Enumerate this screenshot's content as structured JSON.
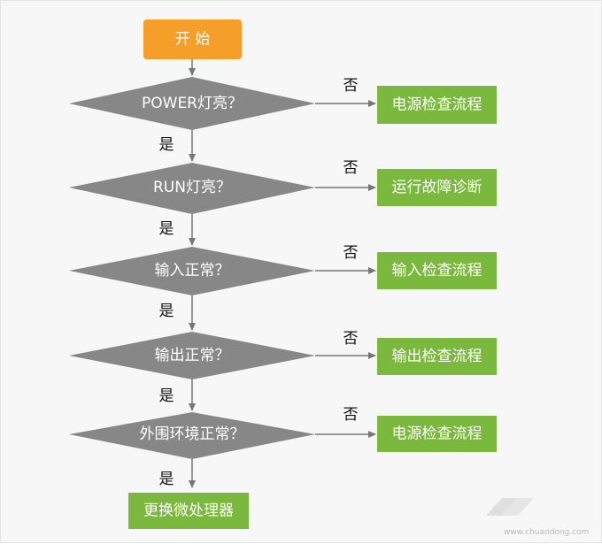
{
  "colors": {
    "start": "#f59e2a",
    "decision": "#878787",
    "process": "#7ab83e",
    "line": "#777777"
  },
  "nodes": {
    "start": "开 始",
    "d1": "POWER灯亮？",
    "d2": "RUN灯亮？",
    "d3": "输入正常？",
    "d4": "输出正常？",
    "d5": "外围环境正常？",
    "p1": "电源检查流程",
    "p2": "运行故障诊断",
    "p3": "输入检查流程",
    "p4": "输出检查流程",
    "p5": "电源检查流程",
    "end": "更换微处理器"
  },
  "labels": {
    "yes": "是",
    "no": "否"
  },
  "watermark": {
    "url": "www.chuandong.com"
  }
}
